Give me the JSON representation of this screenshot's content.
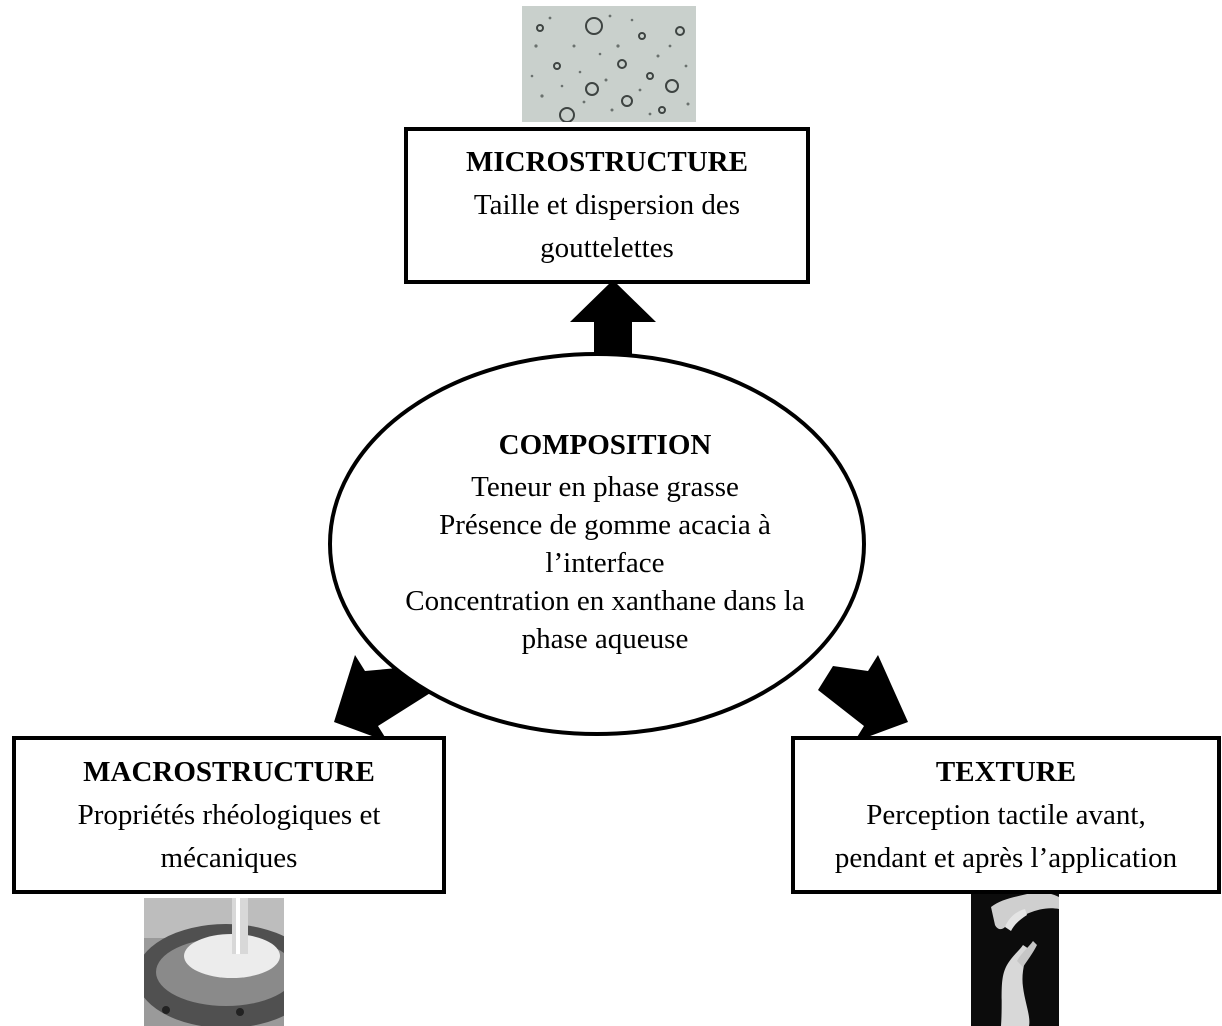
{
  "center": {
    "title": "COMPOSITION",
    "lines": [
      "Teneur en phase grasse",
      "Présence de gomme acacia à",
      "l’interface",
      "Concentration en xanthane dans la",
      "phase aqueuse"
    ]
  },
  "microstructure": {
    "title": "MICROSTRUCTURE",
    "lines": [
      "Taille et dispersion des",
      "gouttelettes"
    ],
    "image": "microscopy-droplets-photo"
  },
  "macrostructure": {
    "title": "MACROSTRUCTURE",
    "lines": [
      "Propriétés rhéologiques et",
      "mécaniques"
    ],
    "image": "rheometer-photo"
  },
  "texture": {
    "title": "TEXTURE",
    "lines": [
      "Perception tactile avant,",
      "pendant et après l’application"
    ],
    "image": "hands-touch-photo"
  }
}
